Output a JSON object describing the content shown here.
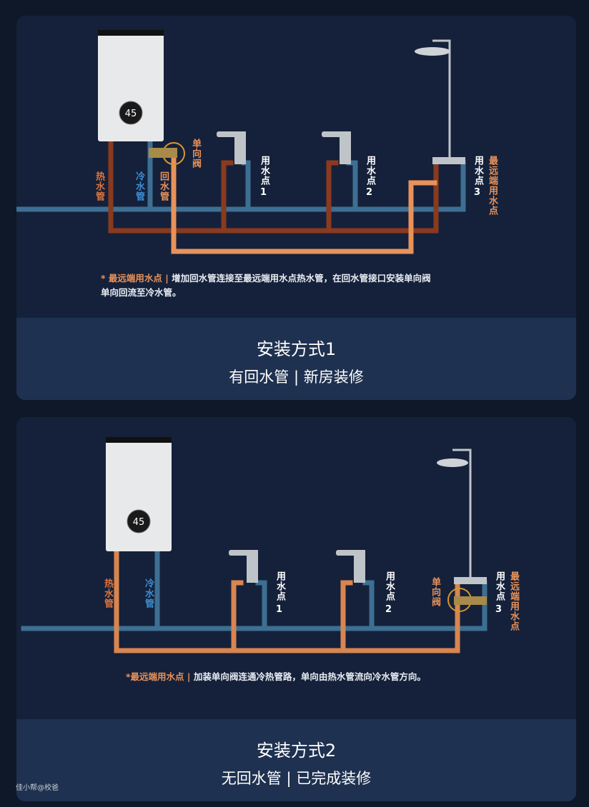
{
  "panel1": {
    "heater_display": "45",
    "labels": {
      "hot": "热水管",
      "cold": "冷水管",
      "return": "回水管",
      "valve": "单向阀",
      "point1": "用水点",
      "point1_num": "1",
      "point2": "用水点",
      "point2_num": "2",
      "point3": "用水点",
      "point3_num": "3",
      "farthest": "最远端用水点"
    },
    "note_prefix": "* 最远端用水点 |",
    "note_text": " 增加回水管连接至最远端用水点热水管，在回水管接口安装单向阀",
    "note_line2": "单向回流至冷水管。",
    "title": "安装方式1",
    "subtitle": "有回水管 | 新房装修"
  },
  "panel2": {
    "heater_display": "45",
    "labels": {
      "hot": "热水管",
      "cold": "冷水管",
      "valve": "单向阀",
      "point1": "用水点",
      "point1_num": "1",
      "point2": "用水点",
      "point2_num": "2",
      "point3": "用水点",
      "point3_num": "3",
      "farthest": "最远端用水点"
    },
    "note_prefix": "*最远端用水点 |",
    "note_text": " 加装单向阀连通冷热管路，单向由热水管流向冷水管方向。",
    "title": "安装方式2",
    "subtitle": "无回水管 | 已完成装修"
  },
  "watermark": "佳小帮@校爸",
  "colors": {
    "hot_pipe_1": "#8a3a1e",
    "return_pipe": "#e8925a",
    "hot_pipe_2": "#d98550",
    "cold_pipe": "#3d6f93",
    "hot_label": "#e0733a",
    "cold_label": "#3b8fd6"
  }
}
